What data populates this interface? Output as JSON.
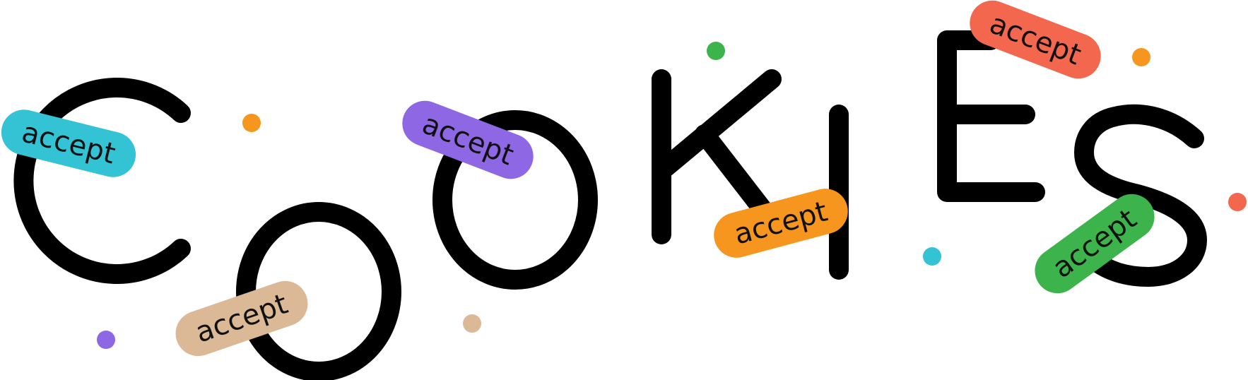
{
  "word": {
    "letters": [
      "C",
      "O",
      "O",
      "K",
      "I",
      "E",
      "S"
    ]
  },
  "buttons": [
    {
      "label": "accept",
      "color": "#33c3d4"
    },
    {
      "label": "accept",
      "color": "#dbb896"
    },
    {
      "label": "accept",
      "color": "#8e68e4"
    },
    {
      "label": "accept",
      "color": "#f6961f"
    },
    {
      "label": "accept",
      "color": "#f4674f"
    },
    {
      "label": "accept",
      "color": "#3db44b"
    }
  ],
  "dots": {
    "colors": [
      "#f6961f",
      "#8e68e4",
      "#dbb896",
      "#3db44b",
      "#33c3d4",
      "#f6961f",
      "#f4674f"
    ]
  }
}
